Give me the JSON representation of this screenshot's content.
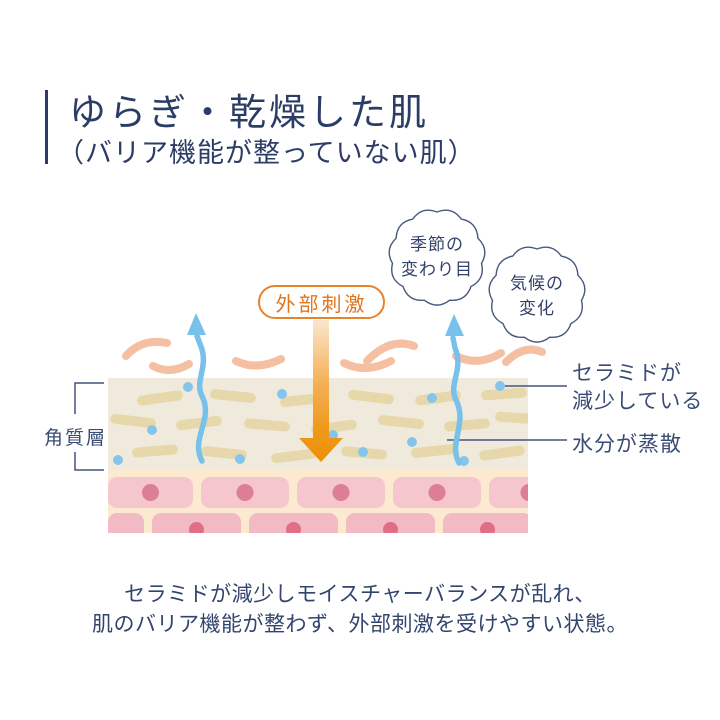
{
  "header": {
    "title": "ゆらぎ・乾燥した肌",
    "subtitle": "（バリア機能が整っていない肌）"
  },
  "bubbles": [
    {
      "name": "seasonal-change",
      "lines": [
        "季節の",
        "変わり目"
      ]
    },
    {
      "name": "climate-change",
      "lines": [
        "気候の",
        "変化"
      ]
    }
  ],
  "stimulus": {
    "label": "外部刺激"
  },
  "labels": {
    "stratum_corneum": "角質層",
    "ceramide_lines": [
      "セラミドが",
      "減少している"
    ],
    "moisture": "水分が蒸散"
  },
  "caption": {
    "lines": [
      "セラミドが減少しモイスチャーバランスが乱れ、",
      "肌のバリア機能が整わず、外部刺激を受けやすい状態。"
    ]
  },
  "icons": {
    "external-stimulus-arrow-icon": "downward gradient arrow",
    "moisture-evaporation-arrow-icon": "wavy upward blue arrow",
    "scallop-bubble-icon": "flower-edged thought bubble",
    "ceramide-rod-icon": "rounded tan rod",
    "moisture-dot-icon": "small blue dot"
  },
  "colors": {
    "title_navy": "#2B3C66",
    "label_navy": "#3A4C74",
    "outline_navy": "#4A5880",
    "orange_border": "#E8832C",
    "orange_text": "#E0761C",
    "arrow_gradient_top": "#FAE6CD",
    "arrow_gradient_bottom": "#EC8F05",
    "flake_peach": "#F5BFA2",
    "stratum_beige": "#F0EADC",
    "ceramide_tan": "#E6D8AB",
    "moisture_blue": "#86C5EB",
    "evaporation_blue": "#77C1EA",
    "dermis_cream": "#FBE9D0",
    "cell_pink_row1": "#F5C6CE",
    "nucleus_row1": "#DC7E95",
    "cell_pink_row2": "#F2BAC4",
    "nucleus_row2": "#E06F86"
  }
}
